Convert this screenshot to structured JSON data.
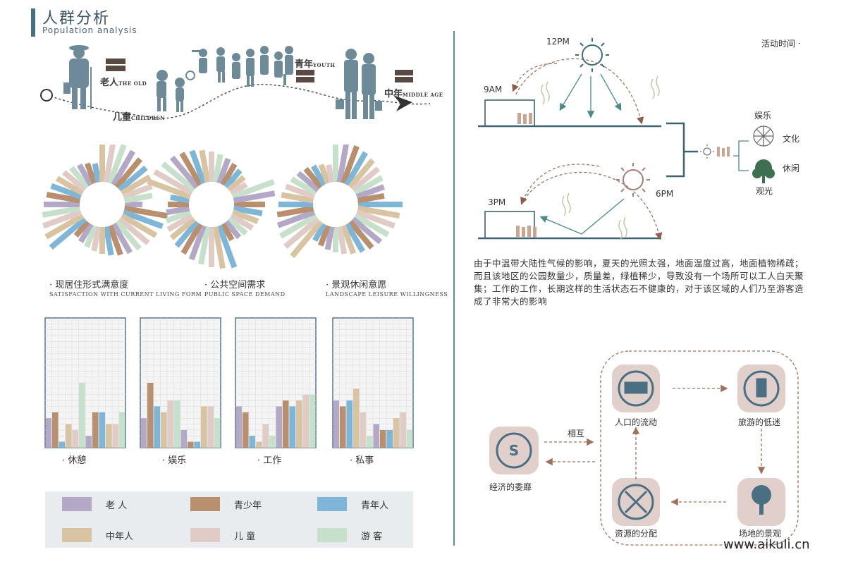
{
  "header": {
    "title": "人群分析",
    "subtitle": "Population analysis"
  },
  "timeline": {
    "groups": [
      {
        "cn": "老人",
        "en": "THE OLD"
      },
      {
        "cn": "儿童",
        "en": "CHILDREN"
      },
      {
        "cn": "青年",
        "en": "YOUTH"
      },
      {
        "cn": "中年",
        "en": "MIDDLE AGE"
      }
    ]
  },
  "colors": {
    "old": "#b4a8c7",
    "teen": "#b89070",
    "youth": "#7fb6d8",
    "middle": "#d8c4a2",
    "child": "#e0cbc7",
    "tourist": "#c6e0cc",
    "accent": "#4a6f82",
    "brown": "#a67d68"
  },
  "radials": [
    {
      "cn": "· 现居住形式满意度",
      "en": "SATISFACTION WITH CURRENT LIVING FORM"
    },
    {
      "cn": "· 公共空间需求",
      "en": "PUBLIC SPACE DEMAND"
    },
    {
      "cn": "· 景观休闲意愿",
      "en": "LANDSCAPE LEISURE WILLINGNESS"
    }
  ],
  "chart_data": {
    "type": "bar",
    "series": [
      {
        "name": "老人",
        "color": "#b4a8c7"
      },
      {
        "name": "青少年",
        "color": "#b89070"
      },
      {
        "name": "青年人",
        "color": "#7fb6d8"
      },
      {
        "name": "中年人",
        "color": "#d8c4a2"
      },
      {
        "name": "儿童",
        "color": "#e0cbc7"
      },
      {
        "name": "游客",
        "color": "#c6e0cc"
      }
    ],
    "ymax": 22,
    "panels": [
      {
        "label": "· 休憩",
        "values": [
          5,
          6,
          1,
          4,
          3,
          11,
          2,
          6,
          6,
          4,
          4,
          6
        ]
      },
      {
        "label": "· 娱乐",
        "values": [
          5,
          11,
          7,
          6,
          8,
          8,
          3,
          1,
          1,
          7,
          7,
          5
        ]
      },
      {
        "label": "· 工作",
        "values": [
          7,
          6,
          2,
          1,
          4,
          2,
          7,
          8,
          7,
          8,
          9,
          9
        ]
      },
      {
        "label": "· 私事",
        "values": [
          8,
          7,
          8,
          10,
          6,
          2,
          4,
          3,
          3,
          5,
          6,
          3
        ]
      }
    ]
  },
  "legend": [
    {
      "label": "老 人",
      "color": "#b4a8c7"
    },
    {
      "label": "青少年",
      "color": "#b89070"
    },
    {
      "label": "青年人",
      "color": "#7fb6d8"
    },
    {
      "label": "中年人",
      "color": "#d8c4a2"
    },
    {
      "label": "儿 童",
      "color": "#e0cbc7"
    },
    {
      "label": "游 客",
      "color": "#c6e0cc"
    }
  ],
  "activity": {
    "title": "活动时间 ·",
    "times": [
      "12PM",
      "9AM",
      "3PM",
      "6PM"
    ],
    "categories": [
      "娱乐",
      "文化",
      "休闲",
      "观光"
    ]
  },
  "description": "由于中温带大陆性气候的影响，夏天的光照太强，地面温度过高，地面植物稀疏；而且该地区的公园数量少，质量差，绿植稀少，导致没有一个场所可以工人白天聚集；工作的工作，长期这样的生活状态石不健康的，对于该区域的人们乃至游客造成了非常大的影响",
  "flow": {
    "economy": "经济的委靡",
    "mutual": "相互",
    "nodes": [
      "人口的流动",
      "旅游的低迷",
      "场地的景观",
      "资源的分配"
    ]
  },
  "watermark": "www.aikuli.cn"
}
